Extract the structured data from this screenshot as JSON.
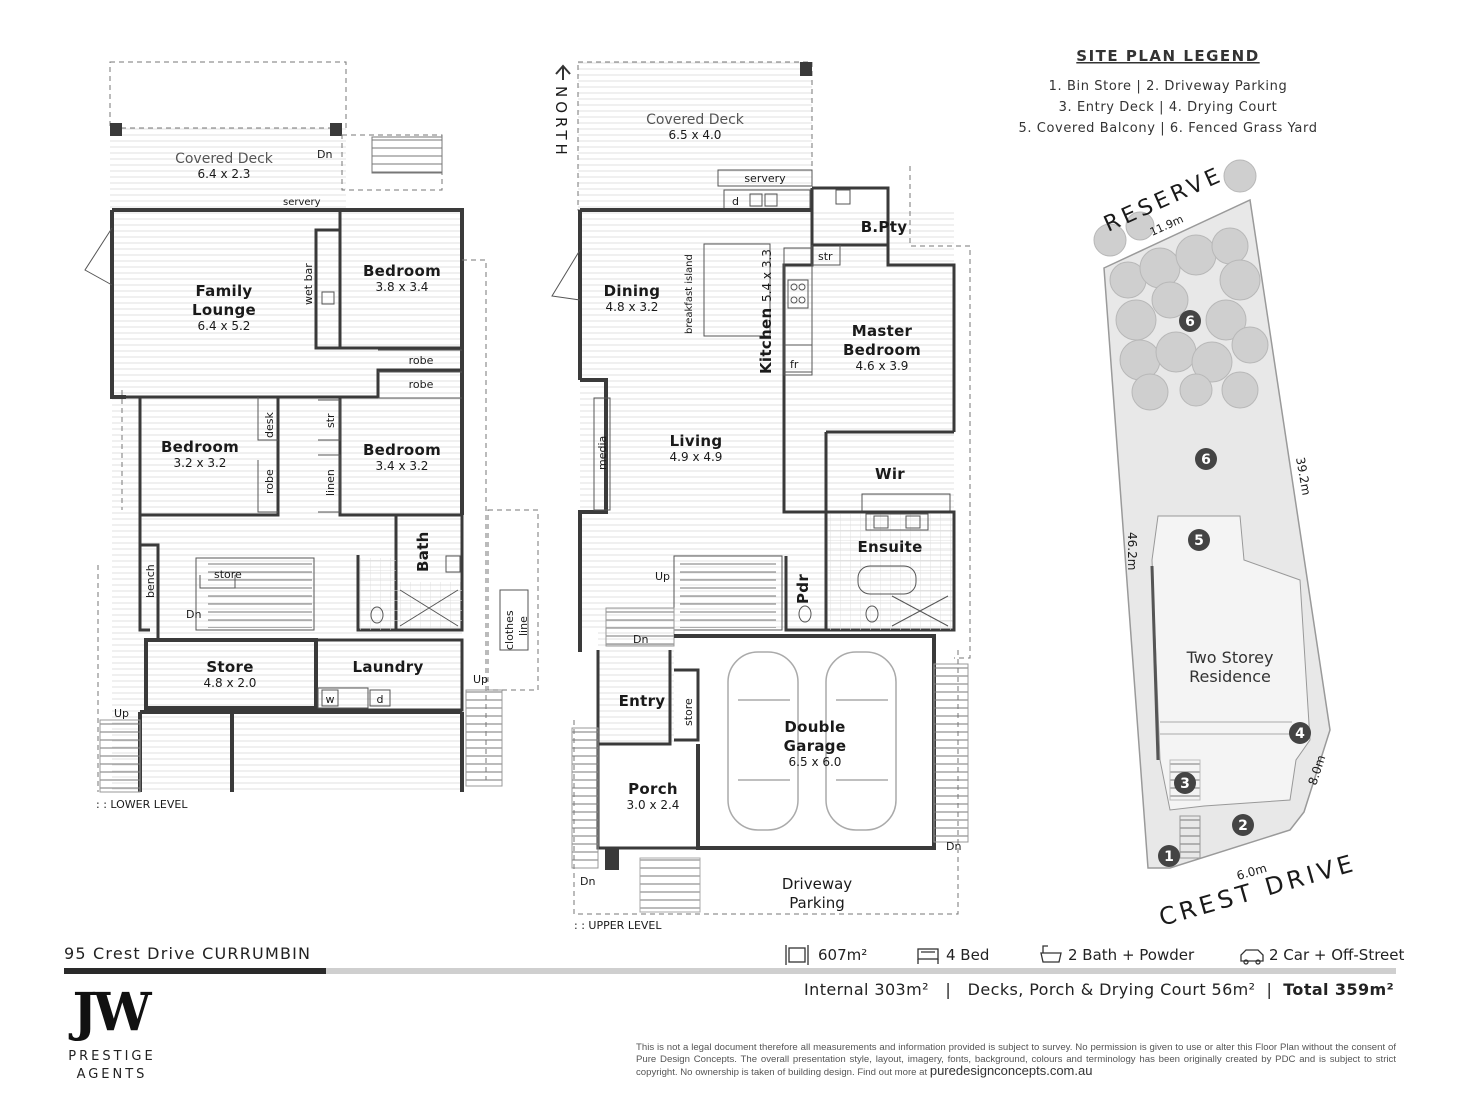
{
  "plans": {
    "lower": {
      "level_label": ": : LOWER LEVEL",
      "covered_deck": {
        "name": "Covered Deck",
        "dims": "6.4 x 2.3"
      },
      "servery": "servery",
      "dn": "Dn",
      "family_lounge": {
        "name_line1": "Family",
        "name_line2": "Lounge",
        "dims": "6.4 x 5.2"
      },
      "wet_bar": "wet bar",
      "bedroom_ne": {
        "name": "Bedroom",
        "dims": "3.8 x 3.4"
      },
      "robe1": "robe",
      "robe2": "robe",
      "bedroom_w": {
        "name": "Bedroom",
        "dims": "3.2 x 3.2"
      },
      "desk": "desk",
      "robe3": "robe",
      "str": "str",
      "linen": "linen",
      "bedroom_e": {
        "name": "Bedroom",
        "dims": "3.4 x 3.2"
      },
      "bench": "bench",
      "store_small": "store",
      "dn2": "Dn",
      "bath": "Bath",
      "store": {
        "name": "Store",
        "dims": "4.8 x 2.0"
      },
      "laundry": "Laundry",
      "w": "w",
      "d": "d",
      "clothes_line_1": "clothes",
      "clothes_line_2": "line",
      "up_left": "Up",
      "up_right": "Up"
    },
    "upper": {
      "level_label": ": : UPPER LEVEL",
      "north": "NORTH",
      "covered_deck": {
        "name": "Covered Deck",
        "dims": "6.5 x 4.0"
      },
      "servery": "servery",
      "d": "d",
      "b_pty": "B.Pty",
      "str": "str",
      "dining": {
        "name": "Dining",
        "dims": "4.8 x 3.2"
      },
      "breakfast_island": "breakfast island",
      "kitchen": {
        "name": "Kitchen",
        "dims": "5.4 x 3.3"
      },
      "fr": "fr",
      "master_bedroom": {
        "name_line1": "Master",
        "name_line2": "Bedroom",
        "dims": "4.6 x 3.9"
      },
      "media": "media",
      "living": {
        "name": "Living",
        "dims": "4.9 x 4.9"
      },
      "wir": "Wir",
      "ensuite": "Ensuite",
      "up": "Up",
      "pdr": "Pdr",
      "dn": "Dn",
      "entry": "Entry",
      "store": "store",
      "double_garage": {
        "name_line1": "Double",
        "name_line2": "Garage",
        "dims": "6.5 x 6.0"
      },
      "porch": {
        "name": "Porch",
        "dims": "3.0 x 2.4"
      },
      "dn_left": "Dn",
      "dn_right": "Dn",
      "driveway_1": "Driveway",
      "driveway_2": "Parking"
    }
  },
  "site_plan": {
    "legend_title": "SITE PLAN LEGEND",
    "legend_lines": [
      "1. Bin Store  |  2. Driveway Parking",
      "3. Entry Deck  |  4. Drying Court",
      "5. Covered Balcony  |  6. Fenced Grass Yard"
    ],
    "reserve": "RESERVE",
    "crest_drive": "CREST DRIVE",
    "residence_1": "Two Storey",
    "residence_2": "Residence",
    "dim_top": "11.9m",
    "dim_right": "39.2m",
    "dim_left": "46.2m",
    "dim_side": "8.0m",
    "dim_bottom": "6.0m",
    "markers": [
      "1",
      "2",
      "3",
      "4",
      "5",
      "6",
      "6"
    ]
  },
  "footer": {
    "address": "95 Crest Drive CURRUMBIN",
    "land": "607m²",
    "beds": "4 Bed",
    "baths": "2 Bath + Powder",
    "cars": "2 Car + Off-Street",
    "internal": "Internal 303m²",
    "outdoor": "Decks, Porch & Drying Court 56m²",
    "total": "Total 359m²",
    "sep": "|",
    "brand_mark": "JW",
    "brand_line1": "PRESTIGE",
    "brand_line2": "AGENTS",
    "disclaimer": "This is not a legal document therefore all measurements and information provided is subject to survey. No permission is given to use or alter this Floor Plan without the consent of Pure Design Concepts. The overall presentation style, layout, imagery, fonts, background, colours and terminology has been originally created by PDC and is subject to strict copyright. No ownership is taken of building design. Find out more at",
    "website": "puredesignconcepts.com.au"
  },
  "colors": {
    "wall": "#3a3a3a",
    "accent_bar": "#2a2a2a",
    "rule": "#c8c8c8",
    "site_fill": "#e6e6e6",
    "marker": "#444444"
  }
}
